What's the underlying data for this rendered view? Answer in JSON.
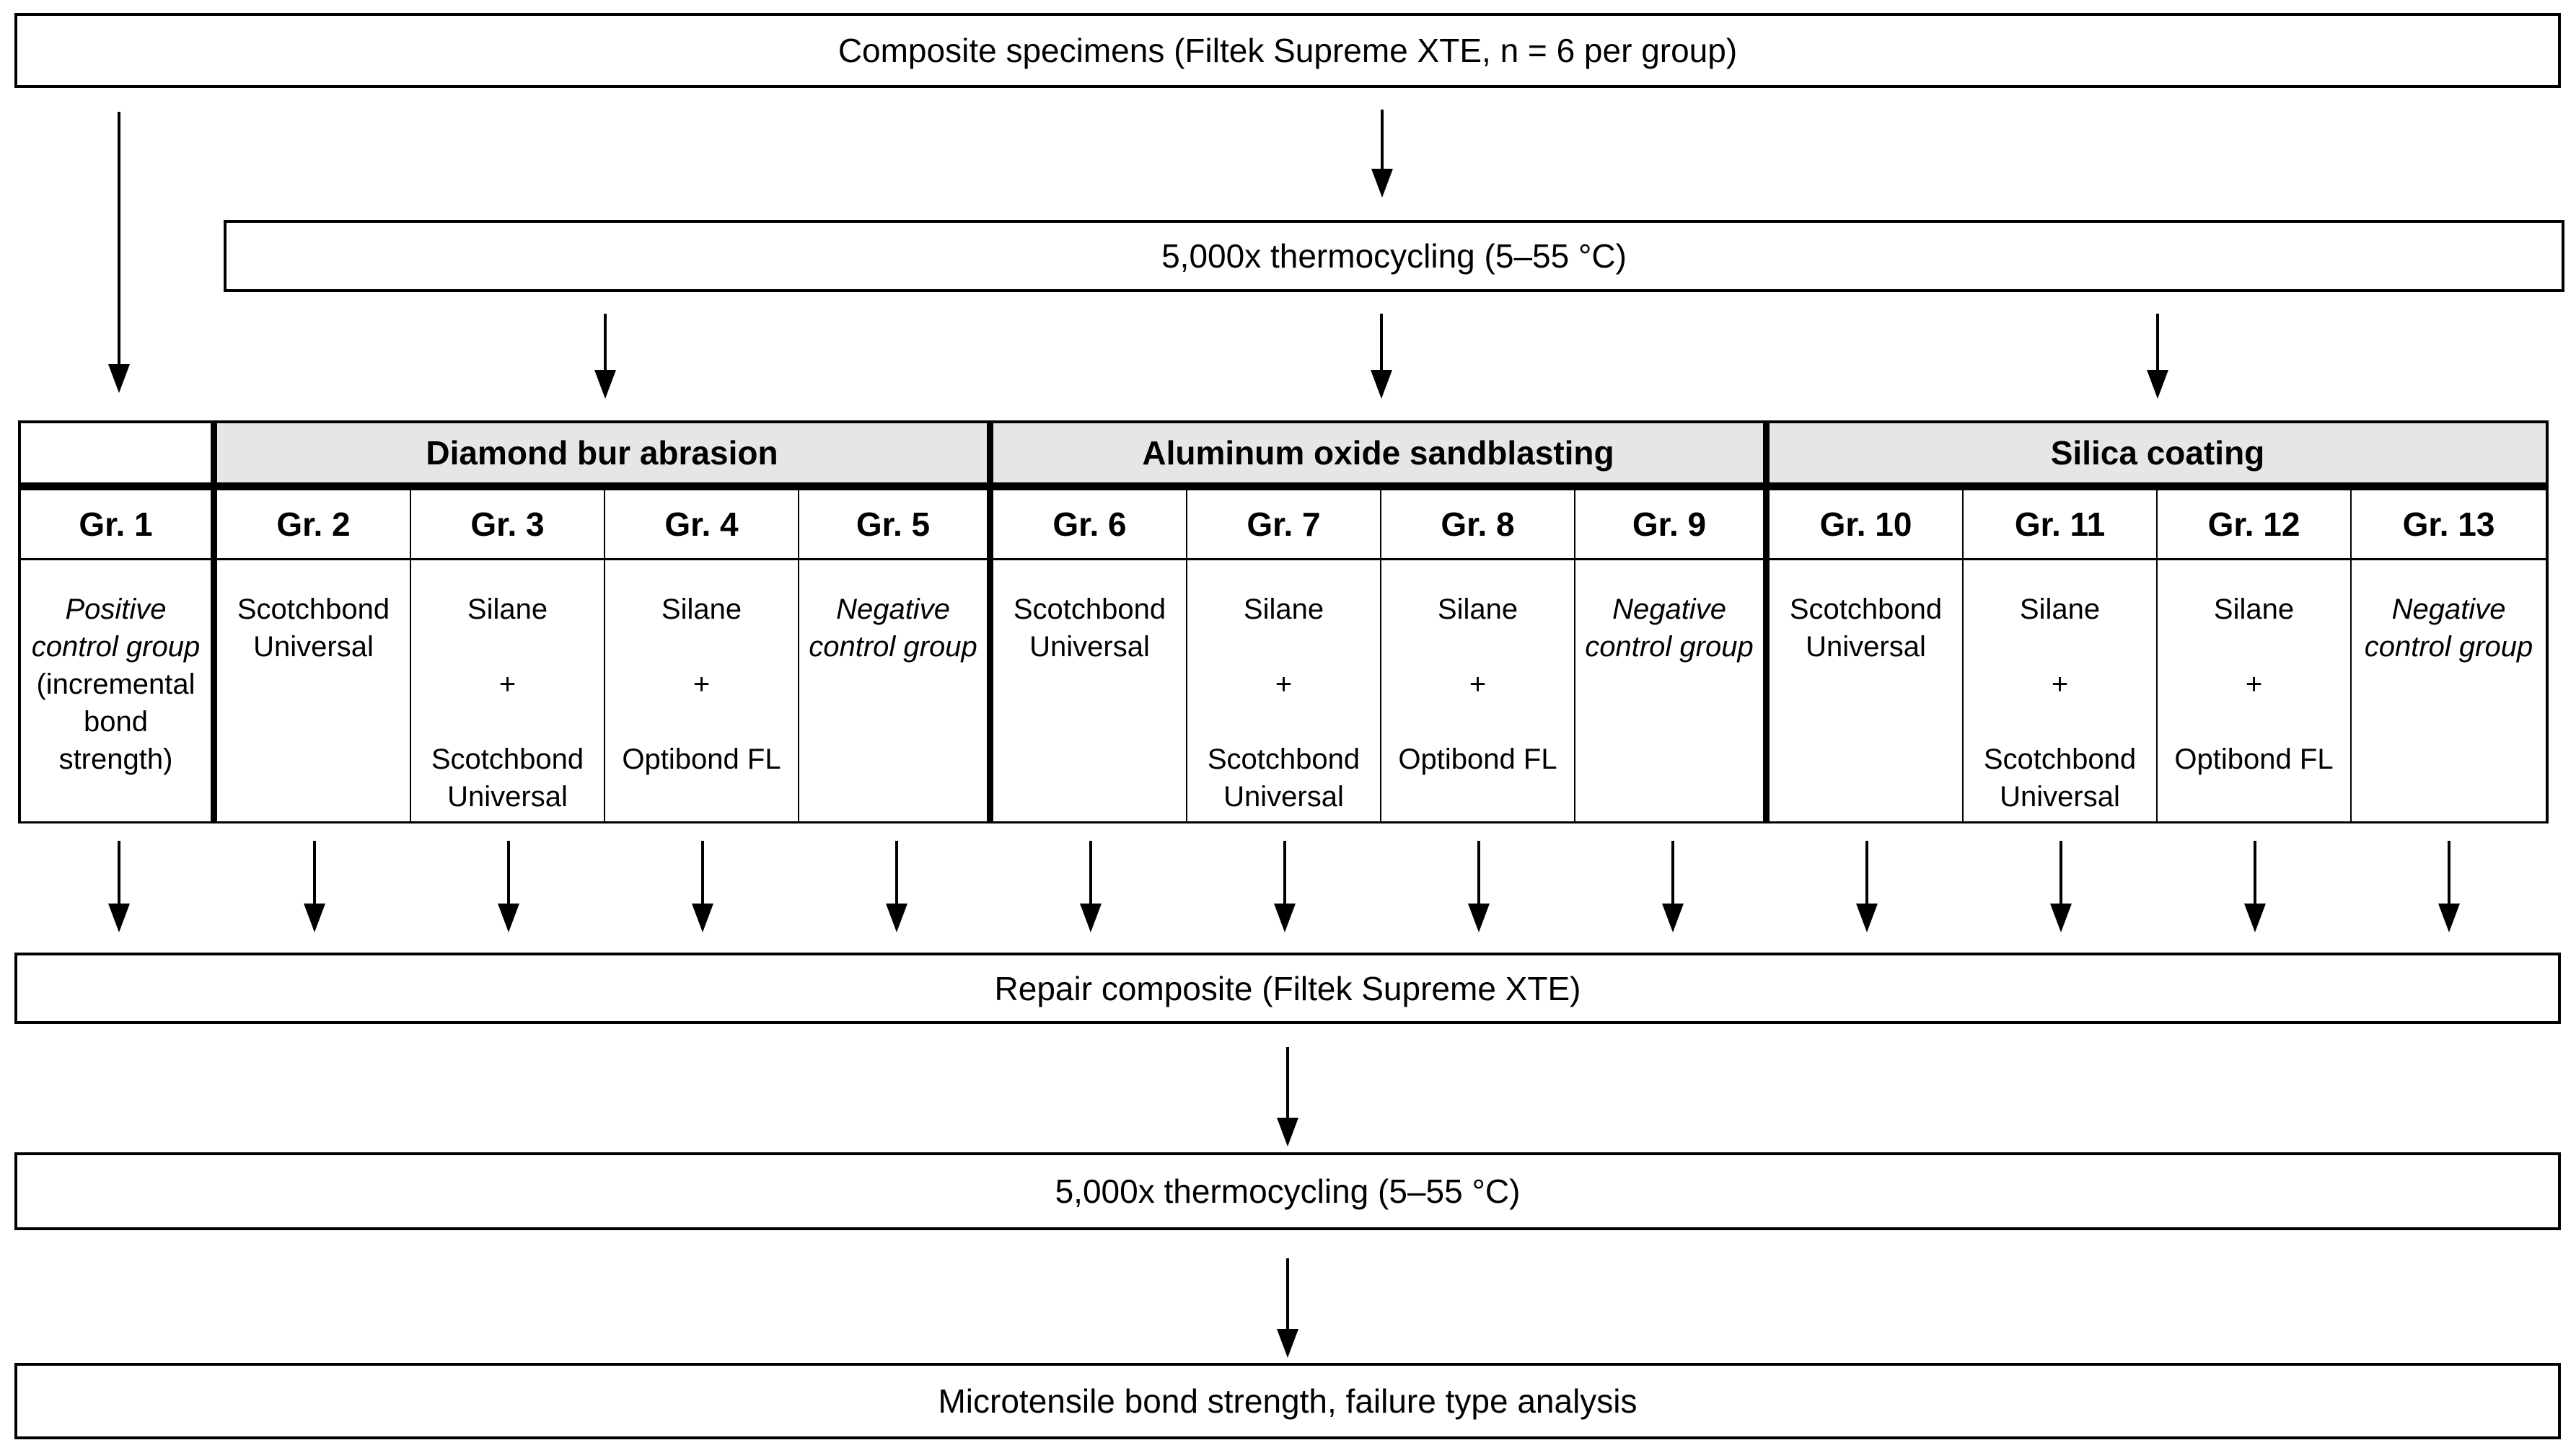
{
  "flow": {
    "specimens": "Composite specimens (Filtek Supreme XTE, n = 6 per group)",
    "thermocycling_1": "5,000x thermocycling (5–55 °C)",
    "repair": "Repair composite (Filtek Supreme XTE)",
    "thermocycling_2": "5,000x thermocycling (5–55 °C)",
    "analysis": "Microtensile bond strength, failure type analysis"
  },
  "table": {
    "sections": [
      {
        "label": "Diamond bur abrasion"
      },
      {
        "label": "Aluminum oxide sandblasting"
      },
      {
        "label": "Silica coating"
      }
    ],
    "groups": [
      {
        "label": "Gr. 1",
        "treatment_lines": [
          {
            "text": "Positive control group",
            "italic": true
          },
          {
            "text": "(incremental bond strength)",
            "italic": false
          }
        ]
      },
      {
        "label": "Gr. 2",
        "treatment_lines": [
          {
            "text": "Scotchbond Universal",
            "italic": false
          }
        ]
      },
      {
        "label": "Gr. 3",
        "treatment_lines": [
          {
            "text": "Silane",
            "italic": false
          },
          {
            "text": "",
            "italic": false
          },
          {
            "text": "+",
            "italic": false
          },
          {
            "text": "",
            "italic": false
          },
          {
            "text": "Scotchbond Universal",
            "italic": false
          }
        ]
      },
      {
        "label": "Gr. 4",
        "treatment_lines": [
          {
            "text": "Silane",
            "italic": false
          },
          {
            "text": "",
            "italic": false
          },
          {
            "text": "+",
            "italic": false
          },
          {
            "text": "",
            "italic": false
          },
          {
            "text": "Optibond FL",
            "italic": false
          }
        ]
      },
      {
        "label": "Gr. 5",
        "treatment_lines": [
          {
            "text": "Negative control group",
            "italic": true
          }
        ]
      },
      {
        "label": "Gr. 6",
        "treatment_lines": [
          {
            "text": "Scotchbond Universal",
            "italic": false
          }
        ]
      },
      {
        "label": "Gr. 7",
        "treatment_lines": [
          {
            "text": "Silane",
            "italic": false
          },
          {
            "text": "",
            "italic": false
          },
          {
            "text": "+",
            "italic": false
          },
          {
            "text": "",
            "italic": false
          },
          {
            "text": "Scotchbond Universal",
            "italic": false
          }
        ]
      },
      {
        "label": "Gr. 8",
        "treatment_lines": [
          {
            "text": "Silane",
            "italic": false
          },
          {
            "text": "",
            "italic": false
          },
          {
            "text": "+",
            "italic": false
          },
          {
            "text": "",
            "italic": false
          },
          {
            "text": "Optibond FL",
            "italic": false
          }
        ]
      },
      {
        "label": "Gr. 9",
        "treatment_lines": [
          {
            "text": "Negative control group",
            "italic": true
          }
        ]
      },
      {
        "label": "Gr. 10",
        "treatment_lines": [
          {
            "text": "Scotchbond Universal",
            "italic": false
          }
        ]
      },
      {
        "label": "Gr. 11",
        "treatment_lines": [
          {
            "text": "Silane",
            "italic": false
          },
          {
            "text": "",
            "italic": false
          },
          {
            "text": "+",
            "italic": false
          },
          {
            "text": "",
            "italic": false
          },
          {
            "text": "Scotchbond Universal",
            "italic": false
          }
        ]
      },
      {
        "label": "Gr. 12",
        "treatment_lines": [
          {
            "text": "Silane",
            "italic": false
          },
          {
            "text": "",
            "italic": false
          },
          {
            "text": "+",
            "italic": false
          },
          {
            "text": "",
            "italic": false
          },
          {
            "text": "Optibond FL",
            "italic": false
          }
        ]
      },
      {
        "label": "Gr. 13",
        "treatment_lines": [
          {
            "text": "Negative control group",
            "italic": true
          }
        ]
      }
    ]
  },
  "colors": {
    "section_header_bg": "#e6e6e6",
    "line": "#000000",
    "background": "#ffffff",
    "text": "#000000"
  }
}
